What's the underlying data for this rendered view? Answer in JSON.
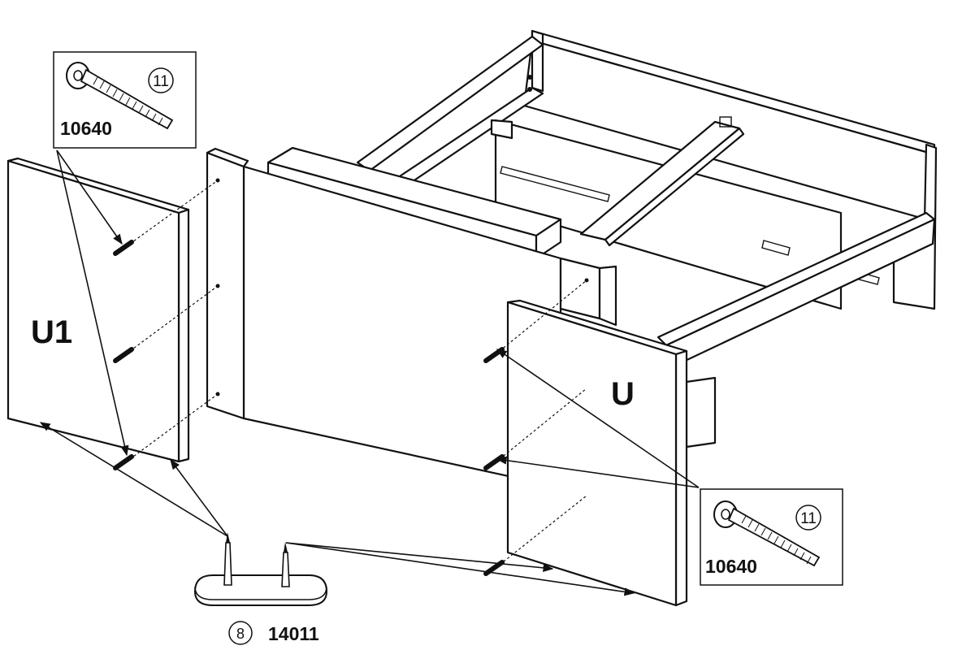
{
  "hardware": {
    "screw_top_left": {
      "qty": "11",
      "code": "10640"
    },
    "screw_bottom_right": {
      "qty": "11",
      "code": "10640"
    },
    "glider": {
      "qty": "8",
      "code": "14011"
    }
  },
  "panels": {
    "left_label": "U1",
    "right_label": "U"
  }
}
